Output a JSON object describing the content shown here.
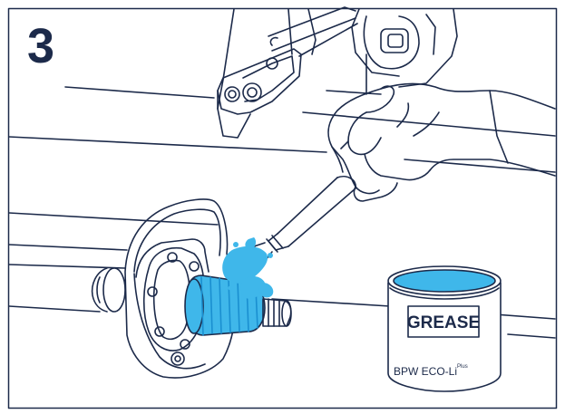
{
  "step": {
    "number": "3"
  },
  "can": {
    "label": "GREASE",
    "brand": "BPW ECO-Li",
    "brand_superscript": "Plus"
  },
  "colors": {
    "line": "#1c2a4a",
    "grease": "#3fb7ea",
    "grease_dark": "#1a8fd0",
    "background": "#ffffff"
  }
}
